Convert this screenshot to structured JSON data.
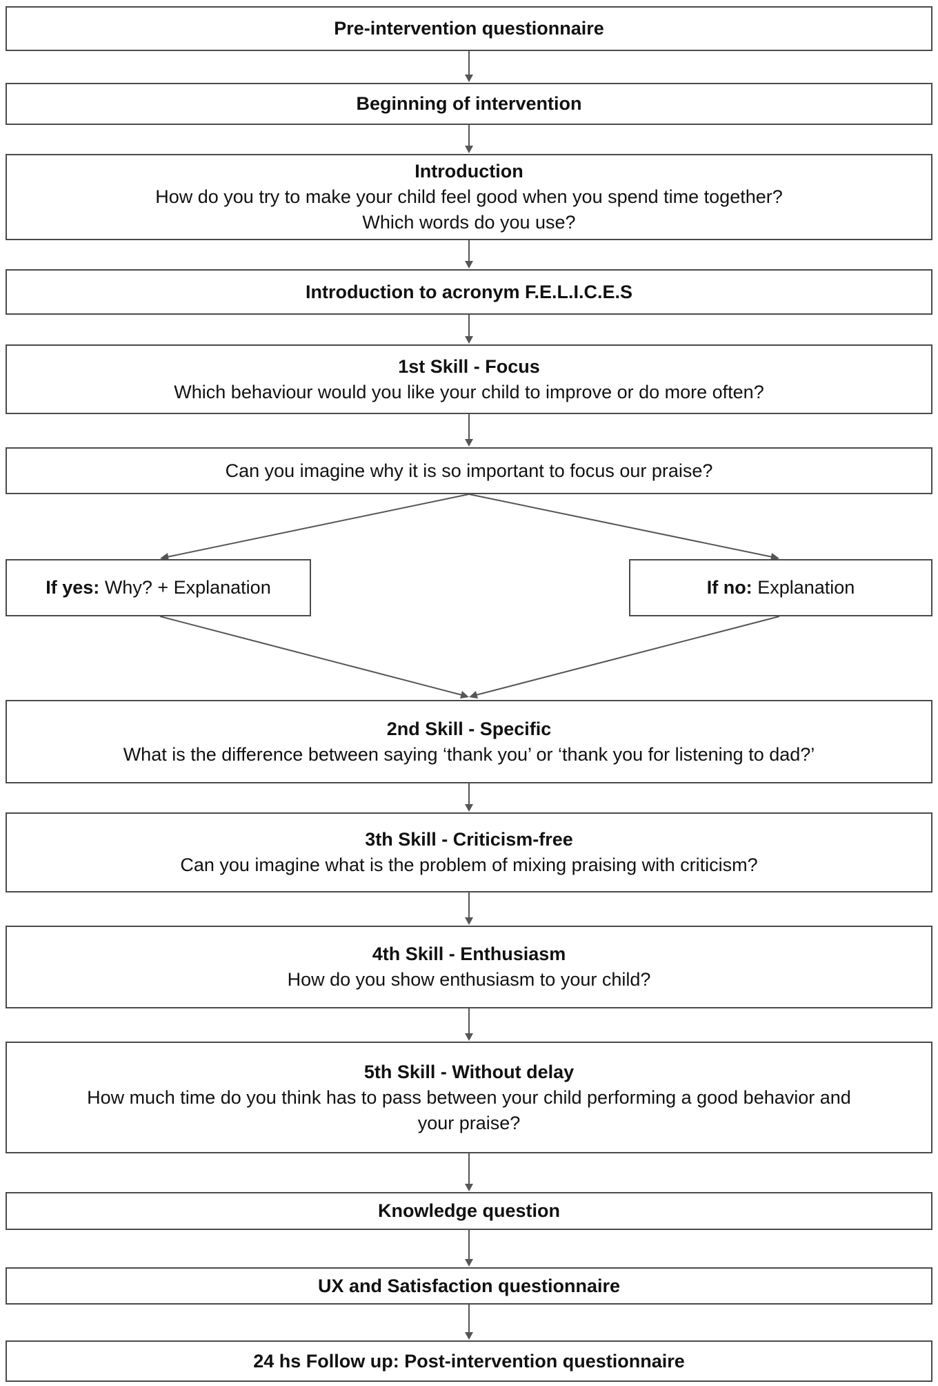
{
  "nodes": {
    "pre_questionnaire": {
      "title": "Pre-intervention questionnaire"
    },
    "beginning": {
      "title": "Beginning of intervention"
    },
    "introduction": {
      "title": "Introduction",
      "line1": "How do you try to make your child feel good when you spend time together?",
      "line2": "Which words do you use?"
    },
    "acronym": {
      "title": "Introduction to acronym F.E.L.I.C.E.S"
    },
    "skill1": {
      "title": "1st Skill - Focus",
      "text": "Which behaviour would you like your child to improve or do more often?"
    },
    "focus_question": {
      "text": "Can you imagine why it is so important to focus our praise?"
    },
    "if_yes": {
      "lead": "If yes:",
      "text": " Why? + Explanation"
    },
    "if_no": {
      "lead": "If no:",
      "text": " Explanation"
    },
    "skill2": {
      "title": "2nd Skill - Specific",
      "text": "What is the difference between saying ‘thank you’ or ‘thank you for listening to dad?’"
    },
    "skill3": {
      "title": "3th Skill - Criticism-free",
      "text": "Can you imagine what is the problem of mixing praising with criticism?"
    },
    "skill4": {
      "title": "4th Skill - Enthusiasm",
      "text": "How do you show enthusiasm to your child?"
    },
    "skill5": {
      "title": "5th Skill - Without delay",
      "line1": "How much time do you think has to pass between your child performing a good behavior and",
      "line2": "your praise?"
    },
    "knowledge": {
      "title": "Knowledge question"
    },
    "ux": {
      "title": "UX and Satisfaction questionnaire"
    },
    "followup": {
      "title": "24 hs Follow up: Post-intervention questionnaire"
    }
  },
  "colors": {
    "border": "#4a4a4a",
    "arrow": "#555555",
    "text": "#111111",
    "background": "#ffffff"
  }
}
